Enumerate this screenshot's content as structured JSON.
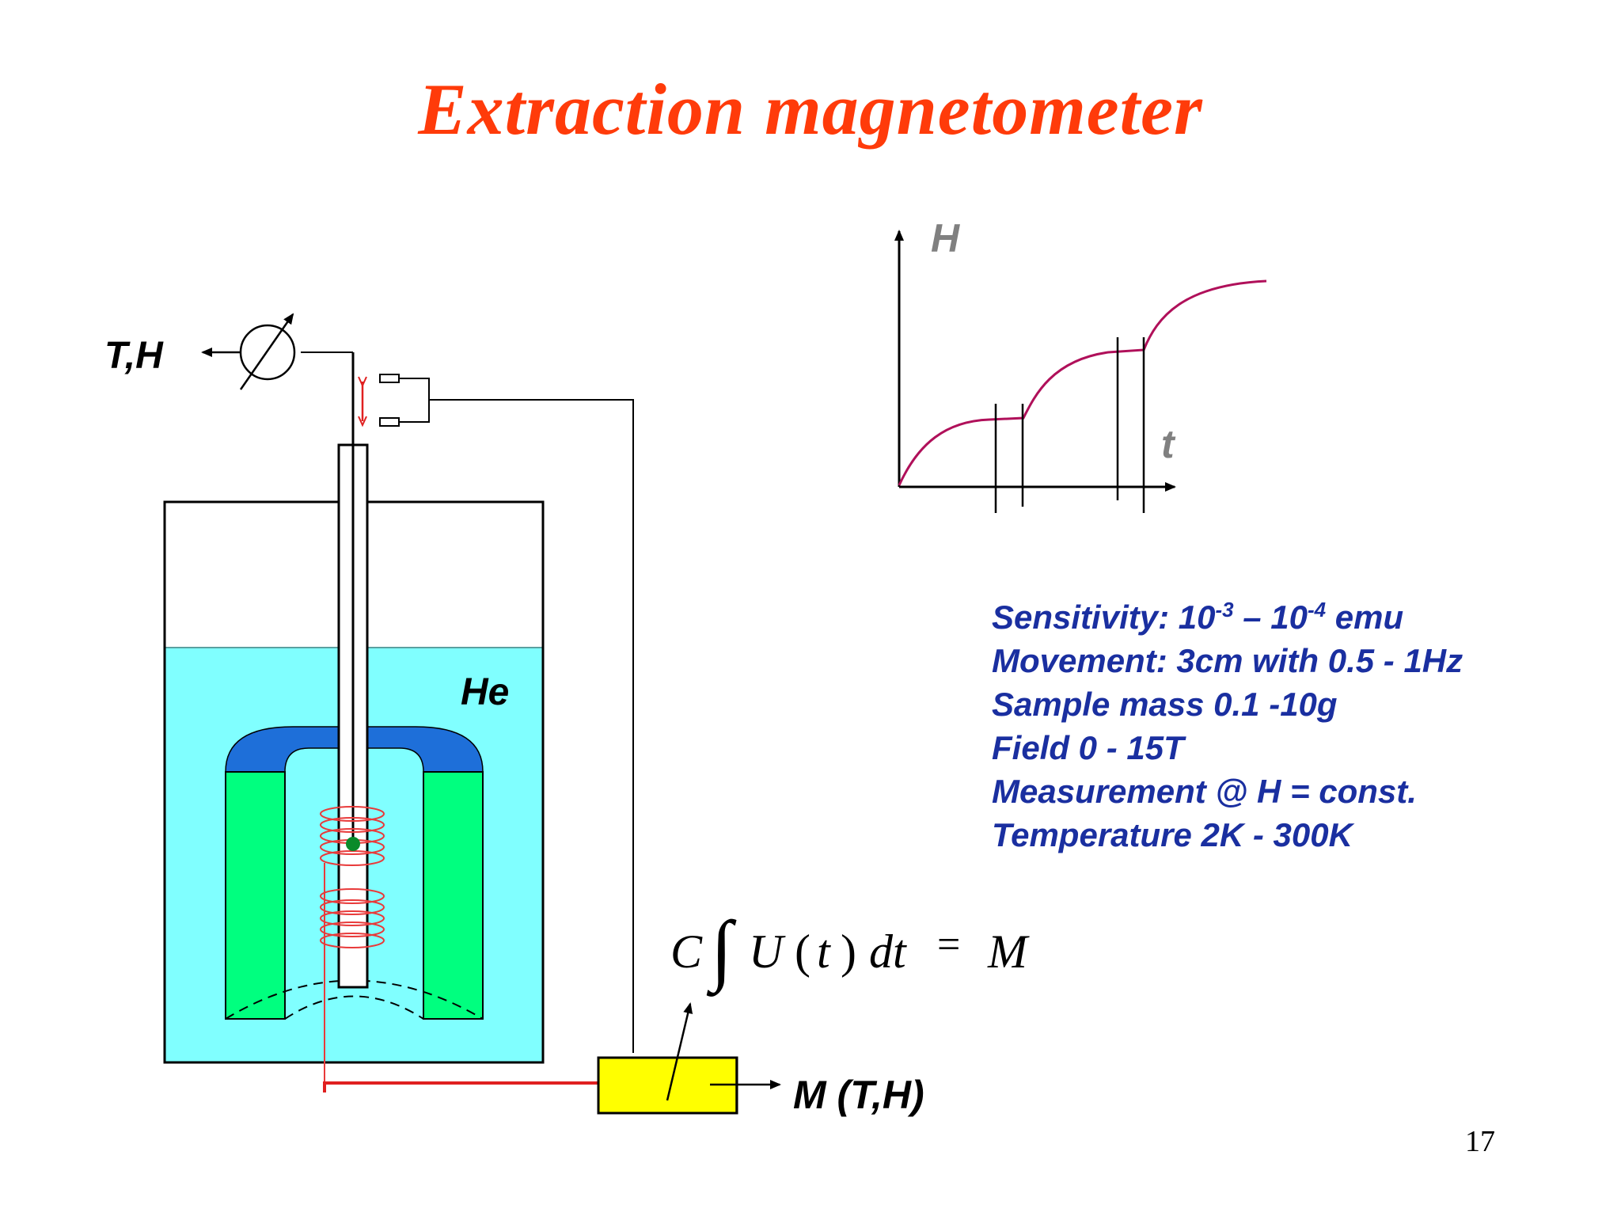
{
  "title": "Extraction magnetometer",
  "labels": {
    "th": "T,H",
    "he": "He",
    "output": "M (T,H)"
  },
  "graph": {
    "y_axis": "H",
    "x_axis": "t"
  },
  "formula": {
    "c": "C",
    "integral": "∫",
    "u": "U",
    "lp": "(",
    "t": "t",
    "rp": ")",
    "dt": "dt",
    "eq": "=",
    "m": "M"
  },
  "specs": [
    {
      "pre": "Sensitivity: 10",
      "sup1": "-3",
      "mid": " – 10",
      "sup2": "-4",
      "post": " emu"
    },
    {
      "text": "Movement: 3cm with 0.5 - 1Hz"
    },
    {
      "text": "Sample mass 0.1 -10g"
    },
    {
      "text": "Field 0 - 15T"
    },
    {
      "text": "Measurement @ H = const."
    },
    {
      "text": "Temperature 2K - 300K"
    }
  ],
  "page_number": "17",
  "colors": {
    "title": "#ff3b0a",
    "helium": "#80ffff",
    "magnet_cap": "#1e6fd9",
    "magnet_legs": "#00ff7f",
    "coil": "#e83a3a",
    "detector": "#ffff00",
    "curve": "#b0105a",
    "specs_text": "#1a2fa0"
  }
}
